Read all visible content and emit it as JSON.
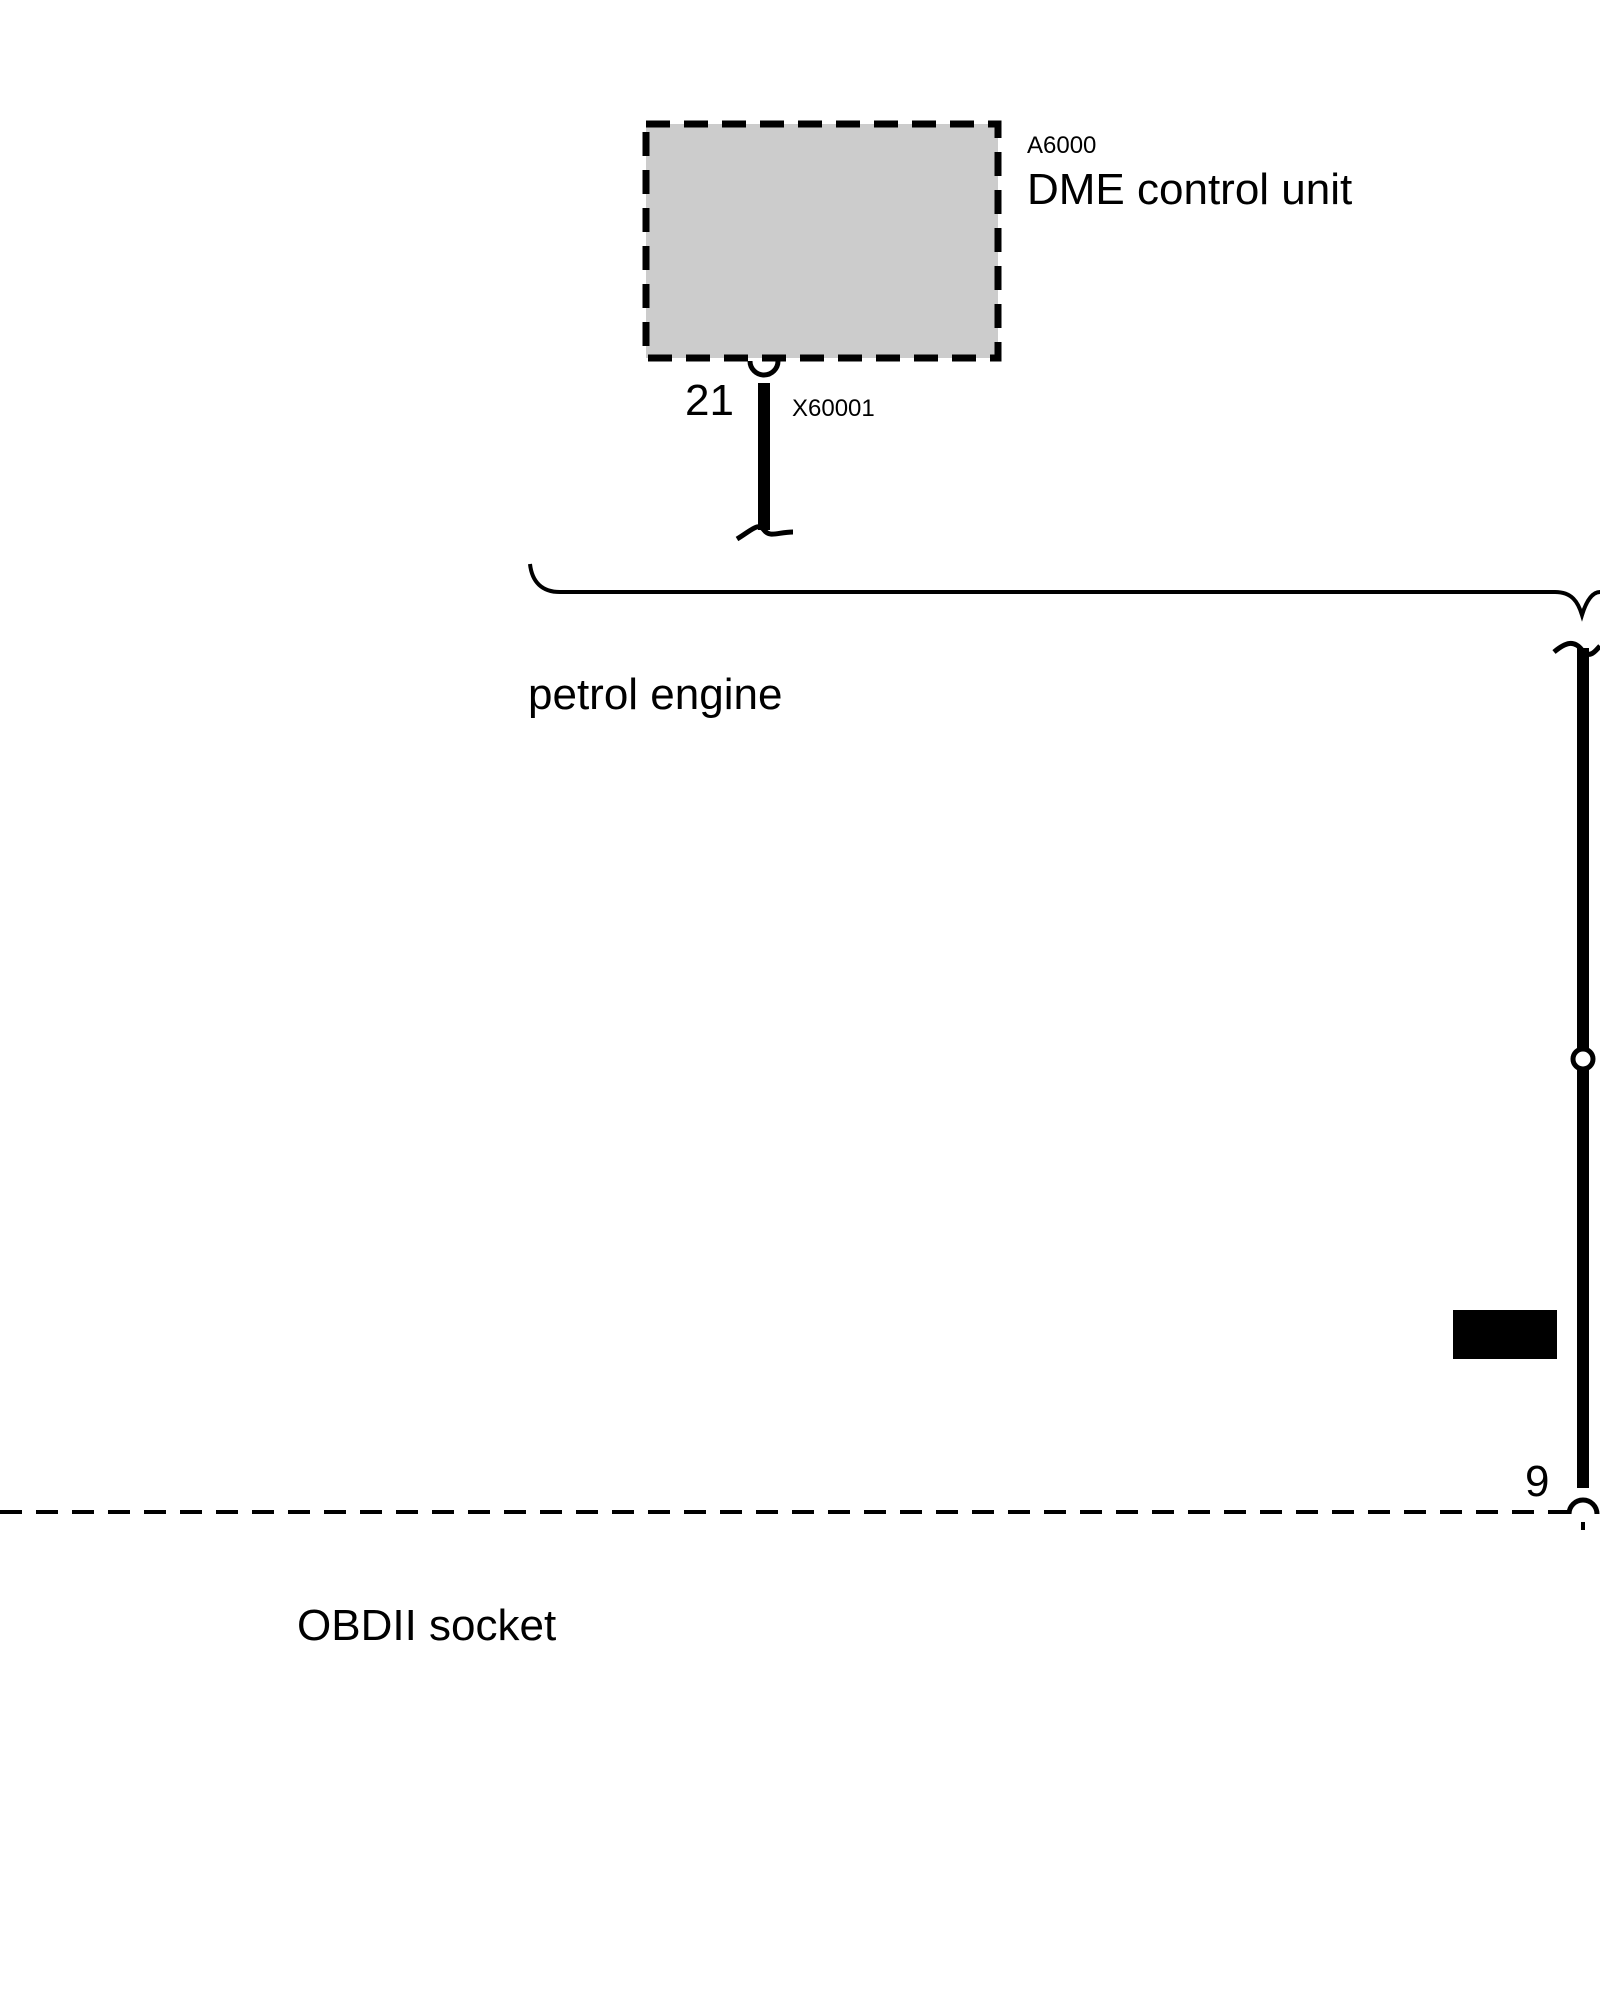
{
  "component": {
    "id": "A6000",
    "name": "DME control unit",
    "connector": "X60001",
    "pin": "21"
  },
  "engine_group": {
    "label": "petrol engine"
  },
  "obd": {
    "label": "OBDII socket",
    "pin": "9"
  },
  "colors": {
    "box_fill": "#cccccc",
    "line": "#000000",
    "background": "#ffffff"
  }
}
